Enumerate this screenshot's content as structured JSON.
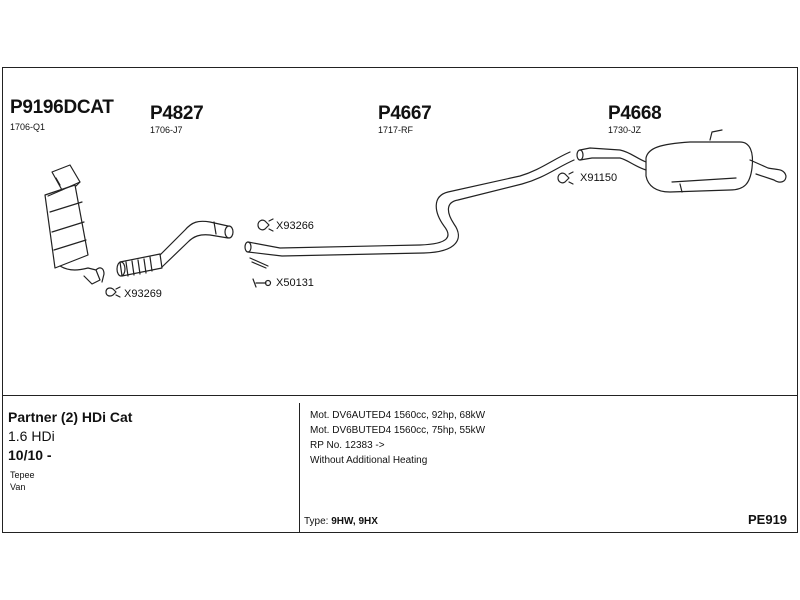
{
  "parts": [
    {
      "number": "P9196DCAT",
      "sub": "1706-Q1"
    },
    {
      "number": "P4827",
      "sub": "1706-J7"
    },
    {
      "number": "P4667",
      "sub": "1717-RF"
    },
    {
      "number": "P4668",
      "sub": "1730-JZ"
    }
  ],
  "clamps": {
    "x93269": "X93269",
    "x93266": "X93266",
    "x50131": "X50131",
    "x91150": "X91150"
  },
  "vehicle": {
    "title": "Partner (2) HDi Cat",
    "engine": "1.6 HDi",
    "date": "10/10 -",
    "variant1": "Tepee",
    "variant2": "Van"
  },
  "specs": {
    "line1": "Mot. DV6AUTED4 1560cc, 92hp, 68kW",
    "line2": "Mot. DV6BUTED4 1560cc, 75hp, 55kW",
    "line3": "RP No. 12383 ->",
    "line4": "Without Additional Heating"
  },
  "type_label": "Type:",
  "type_value": "9HW, 9HX",
  "code": "PE919"
}
